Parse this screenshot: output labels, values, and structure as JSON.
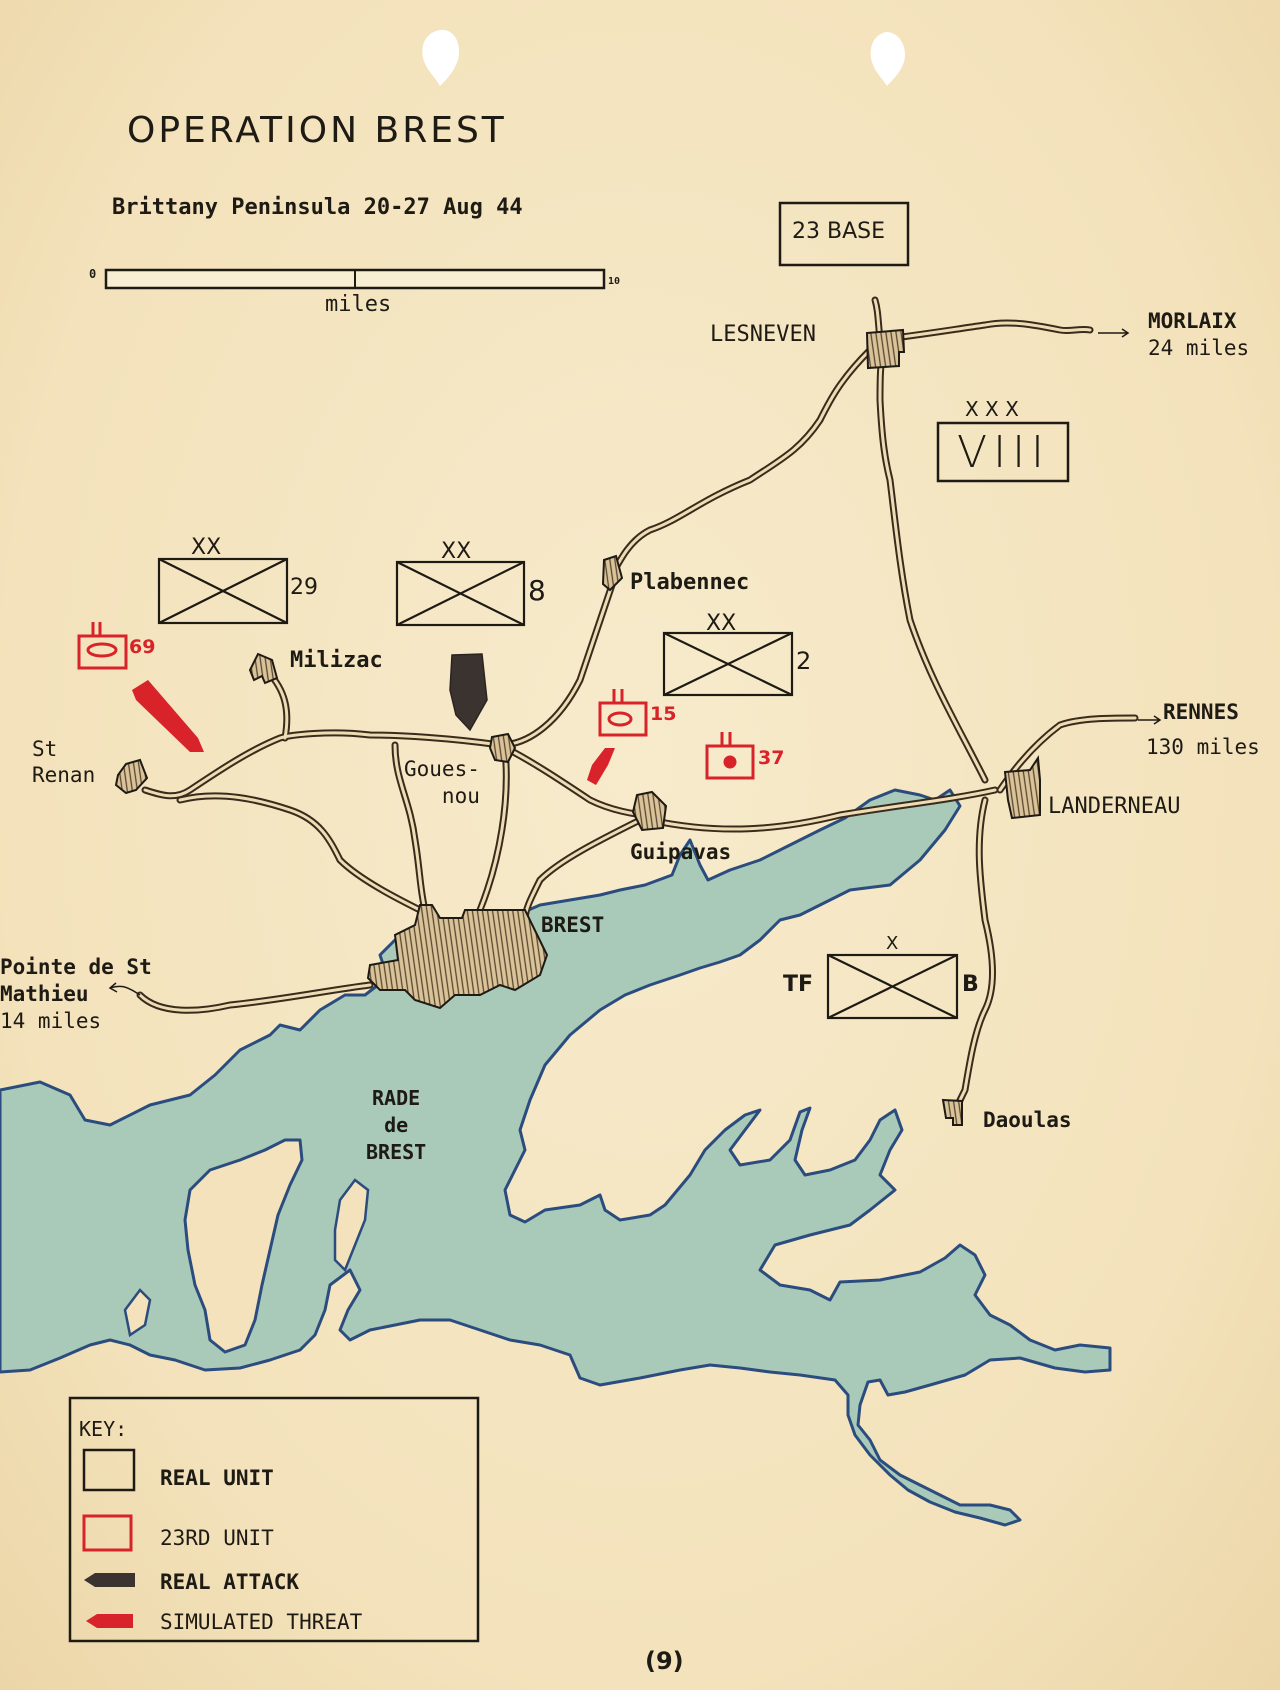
{
  "header": {
    "title": "OPERATION BREST",
    "subtitle": "Brittany Peninsula 20-27 Aug 44"
  },
  "scale_bar": {
    "start": "0",
    "end": "10",
    "unit": "miles"
  },
  "headquarters": {
    "base_label": "23 BASE",
    "corps_echelon": "X X X",
    "corps_label": "VIII"
  },
  "towns": [
    {
      "name": "LESNEVEN"
    },
    {
      "name": "Plabennec"
    },
    {
      "name": "Milizac"
    },
    {
      "name": "St\nRenan"
    },
    {
      "name": "Goues-\nnou"
    },
    {
      "name": "Guipavas"
    },
    {
      "name": "LANDERNEAU"
    },
    {
      "name": "BREST"
    },
    {
      "name": "Daoulas"
    }
  ],
  "offmap_destinations": [
    {
      "name": "MORLAIX",
      "distance": "24 miles"
    },
    {
      "name": "RENNES",
      "distance": "130 miles"
    },
    {
      "name": "Pointe de St\nMathieu",
      "distance": "14 miles"
    }
  ],
  "water": {
    "label": "RADE\nde\nBREST",
    "color": "#a9c9b9",
    "shore_color": "#2b4c7e"
  },
  "real_units": [
    {
      "echelon": "XX",
      "designation": "29",
      "type": "infantry-division"
    },
    {
      "echelon": "XX",
      "designation": "8",
      "type": "infantry-division"
    },
    {
      "echelon": "XX",
      "designation": "2",
      "type": "infantry-division"
    },
    {
      "echelon": "X",
      "prefix": "TF",
      "designation": "B",
      "type": "task-force"
    }
  ],
  "simulated_units": [
    {
      "echelon": "II",
      "designation": "69",
      "type": "tank-battalion"
    },
    {
      "echelon": "II",
      "designation": "15",
      "type": "tank-battalion"
    },
    {
      "echelon": "II",
      "designation": "37",
      "type": "artillery-battalion"
    }
  ],
  "key": {
    "title": "KEY:",
    "items": [
      {
        "label": "REAL UNIT",
        "symbol": "black-box"
      },
      {
        "label": "23RD UNIT",
        "symbol": "red-box"
      },
      {
        "label": "REAL ATTACK",
        "symbol": "black-arrow"
      },
      {
        "label": "SIMULATED THREAT",
        "symbol": "red-arrow"
      }
    ]
  },
  "colors": {
    "paper": "#f5e6c4",
    "ink": "#1e1a14",
    "red": "#d8232a",
    "road": "#7a6040",
    "water": "#a9c9b9"
  },
  "page_number": "(9)"
}
